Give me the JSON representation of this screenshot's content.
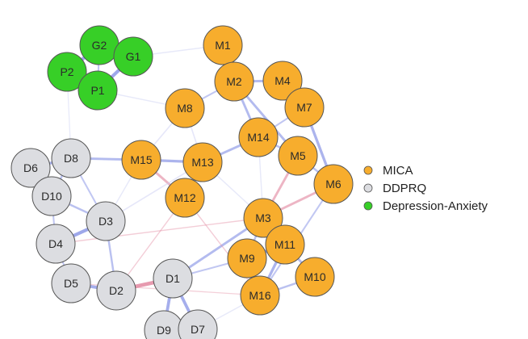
{
  "colors": {
    "MICA": "#f7ad2d",
    "DDPRQ": "#dcdde1",
    "Depression-Anxiety": "#37cf27",
    "positive_edge": "#8a96e6",
    "negative_edge": "#e48ea5",
    "faint_edge": "#c9cdf2"
  },
  "groups": [
    {
      "id": "MICA",
      "label": "MICA"
    },
    {
      "id": "DDPRQ",
      "label": "DDPRQ"
    },
    {
      "id": "Depression-Anxiety",
      "label": "Depression-Anxiety"
    }
  ],
  "nodes": [
    {
      "id": "G2",
      "label": "G2",
      "group": "Depression-Anxiety"
    },
    {
      "id": "G1",
      "label": "G1",
      "group": "Depression-Anxiety"
    },
    {
      "id": "P2",
      "label": "P2",
      "group": "Depression-Anxiety"
    },
    {
      "id": "P1",
      "label": "P1",
      "group": "Depression-Anxiety"
    },
    {
      "id": "M1",
      "label": "M1",
      "group": "MICA"
    },
    {
      "id": "M2",
      "label": "M2",
      "group": "MICA"
    },
    {
      "id": "M4",
      "label": "M4",
      "group": "MICA"
    },
    {
      "id": "M7",
      "label": "M7",
      "group": "MICA"
    },
    {
      "id": "M8",
      "label": "M8",
      "group": "MICA"
    },
    {
      "id": "M14",
      "label": "M14",
      "group": "MICA"
    },
    {
      "id": "M5",
      "label": "M5",
      "group": "MICA"
    },
    {
      "id": "M15",
      "label": "M15",
      "group": "MICA"
    },
    {
      "id": "M13",
      "label": "M13",
      "group": "MICA"
    },
    {
      "id": "M6",
      "label": "M6",
      "group": "MICA"
    },
    {
      "id": "M12",
      "label": "M12",
      "group": "MICA"
    },
    {
      "id": "M3",
      "label": "M3",
      "group": "MICA"
    },
    {
      "id": "M11",
      "label": "M11",
      "group": "MICA"
    },
    {
      "id": "M9",
      "label": "M9",
      "group": "MICA"
    },
    {
      "id": "M10",
      "label": "M10",
      "group": "MICA"
    },
    {
      "id": "M16",
      "label": "M16",
      "group": "MICA"
    },
    {
      "id": "D6",
      "label": "D6",
      "group": "DDPRQ"
    },
    {
      "id": "D8",
      "label": "D8",
      "group": "DDPRQ"
    },
    {
      "id": "D10",
      "label": "D10",
      "group": "DDPRQ"
    },
    {
      "id": "D3",
      "label": "D3",
      "group": "DDPRQ"
    },
    {
      "id": "D4",
      "label": "D4",
      "group": "DDPRQ"
    },
    {
      "id": "D5",
      "label": "D5",
      "group": "DDPRQ"
    },
    {
      "id": "D2",
      "label": "D2",
      "group": "DDPRQ"
    },
    {
      "id": "D1",
      "label": "D1",
      "group": "DDPRQ"
    },
    {
      "id": "D9",
      "label": "D9",
      "group": "DDPRQ"
    },
    {
      "id": "D7",
      "label": "D7",
      "group": "DDPRQ"
    }
  ],
  "edges": [
    {
      "from": "G2",
      "to": "P2",
      "sign": "positive",
      "strength": 0.8
    },
    {
      "from": "G1",
      "to": "P1",
      "sign": "positive",
      "strength": 0.8
    },
    {
      "from": "G2",
      "to": "G1",
      "sign": "positive",
      "strength": 0.4
    },
    {
      "from": "P2",
      "to": "P1",
      "sign": "positive",
      "strength": 0.4
    },
    {
      "from": "G2",
      "to": "P1",
      "sign": "positive",
      "strength": 0.3
    },
    {
      "from": "M2",
      "to": "M4",
      "sign": "positive",
      "strength": 0.5
    },
    {
      "from": "M1",
      "to": "M2",
      "sign": "positive",
      "strength": 0.4
    },
    {
      "from": "M2",
      "to": "M14",
      "sign": "positive",
      "strength": 0.5
    },
    {
      "from": "M2",
      "to": "M5",
      "sign": "positive",
      "strength": 0.5
    },
    {
      "from": "M2",
      "to": "M8",
      "sign": "positive",
      "strength": 0.3
    },
    {
      "from": "M4",
      "to": "M7",
      "sign": "positive",
      "strength": 0.4
    },
    {
      "from": "M7",
      "to": "M14",
      "sign": "positive",
      "strength": 0.3
    },
    {
      "from": "M7",
      "to": "M6",
      "sign": "positive",
      "strength": 0.6
    },
    {
      "from": "M14",
      "to": "M5",
      "sign": "positive",
      "strength": 0.4
    },
    {
      "from": "M14",
      "to": "M13",
      "sign": "positive",
      "strength": 0.5
    },
    {
      "from": "M5",
      "to": "M6",
      "sign": "positive",
      "strength": 0.4
    },
    {
      "from": "M15",
      "to": "M13",
      "sign": "positive",
      "strength": 0.6
    },
    {
      "from": "M15",
      "to": "M12",
      "sign": "negative",
      "strength": 0.5
    },
    {
      "from": "M13",
      "to": "M12",
      "sign": "positive",
      "strength": 0.3
    },
    {
      "from": "M5",
      "to": "M3",
      "sign": "negative",
      "strength": 0.5
    },
    {
      "from": "M6",
      "to": "M3",
      "sign": "negative",
      "strength": 0.5
    },
    {
      "from": "M3",
      "to": "M11",
      "sign": "positive",
      "strength": 0.6
    },
    {
      "from": "M3",
      "to": "M9",
      "sign": "positive",
      "strength": 0.4
    },
    {
      "from": "M11",
      "to": "M9",
      "sign": "positive",
      "strength": 0.8
    },
    {
      "from": "M11",
      "to": "M10",
      "sign": "positive",
      "strength": 0.5
    },
    {
      "from": "M11",
      "to": "M16",
      "sign": "positive",
      "strength": 0.6
    },
    {
      "from": "M9",
      "to": "M16",
      "sign": "positive",
      "strength": 0.5
    },
    {
      "from": "M10",
      "to": "M16",
      "sign": "positive",
      "strength": 0.4
    },
    {
      "from": "M6",
      "to": "M16",
      "sign": "positive",
      "strength": 0.3
    },
    {
      "from": "D8",
      "to": "M15",
      "sign": "positive",
      "strength": 0.5
    },
    {
      "from": "D6",
      "to": "D8",
      "sign": "positive",
      "strength": 0.6
    },
    {
      "from": "D6",
      "to": "D10",
      "sign": "positive",
      "strength": 0.5
    },
    {
      "from": "D8",
      "to": "D10",
      "sign": "positive",
      "strength": 0.4
    },
    {
      "from": "D8",
      "to": "D3",
      "sign": "positive",
      "strength": 0.3
    },
    {
      "from": "D10",
      "to": "D3",
      "sign": "positive",
      "strength": 0.4
    },
    {
      "from": "D10",
      "to": "D4",
      "sign": "positive",
      "strength": 0.3
    },
    {
      "from": "D3",
      "to": "D4",
      "sign": "positive",
      "strength": 0.8
    },
    {
      "from": "D4",
      "to": "D5",
      "sign": "positive",
      "strength": 0.3
    },
    {
      "from": "D5",
      "to": "D2",
      "sign": "positive",
      "strength": 0.7
    },
    {
      "from": "D3",
      "to": "D2",
      "sign": "positive",
      "strength": 0.4
    },
    {
      "from": "D2",
      "to": "D1",
      "sign": "negative",
      "strength": 0.9
    },
    {
      "from": "D1",
      "to": "D9",
      "sign": "positive",
      "strength": 0.7
    },
    {
      "from": "D1",
      "to": "D7",
      "sign": "positive",
      "strength": 0.7
    },
    {
      "from": "D9",
      "to": "D7",
      "sign": "positive",
      "strength": 0.3
    },
    {
      "from": "D1",
      "to": "M3",
      "sign": "positive",
      "strength": 0.5
    },
    {
      "from": "D1",
      "to": "M9",
      "sign": "positive",
      "strength": 0.3
    },
    {
      "from": "D3",
      "to": "M13",
      "sign": "positive",
      "strength": 0.2
    },
    {
      "from": "D4",
      "to": "M3",
      "sign": "negative",
      "strength": 0.15
    },
    {
      "from": "D2",
      "to": "M12",
      "sign": "negative",
      "strength": 0.15
    },
    {
      "from": "P1",
      "to": "M8",
      "sign": "positive",
      "strength": 0.15
    },
    {
      "from": "G1",
      "to": "M1",
      "sign": "positive",
      "strength": 0.15
    },
    {
      "from": "P2",
      "to": "D8",
      "sign": "positive",
      "strength": 0.12
    },
    {
      "from": "M8",
      "to": "M15",
      "sign": "positive",
      "strength": 0.2
    },
    {
      "from": "M8",
      "to": "M13",
      "sign": "positive",
      "strength": 0.2
    },
    {
      "from": "M13",
      "to": "M3",
      "sign": "positive",
      "strength": 0.15
    },
    {
      "from": "M12",
      "to": "M16",
      "sign": "negative",
      "strength": 0.15
    },
    {
      "from": "M15",
      "to": "D3",
      "sign": "positive",
      "strength": 0.15
    },
    {
      "from": "M14",
      "to": "M3",
      "sign": "positive",
      "strength": 0.15
    },
    {
      "from": "D5",
      "to": "M16",
      "sign": "negative",
      "strength": 0.12
    },
    {
      "from": "D7",
      "to": "M16",
      "sign": "positive",
      "strength": 0.15
    }
  ]
}
